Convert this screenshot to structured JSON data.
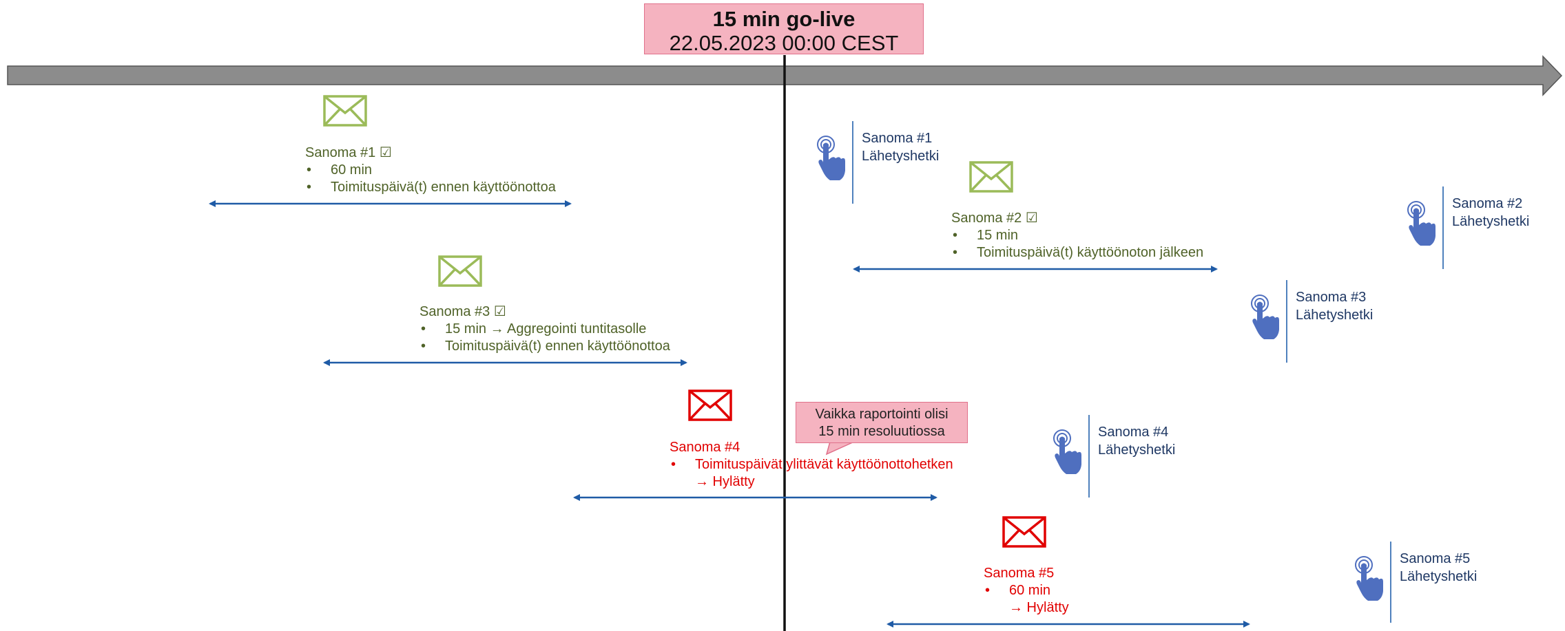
{
  "golive": {
    "title": "15 min go-live",
    "datetime": "22.05.2023 00:00 CEST"
  },
  "colors": {
    "timeline_arrow": "#8c8c8c",
    "golive_fill": "#f5b3c0",
    "accepted": "#4f6228",
    "accepted_icon": "#9bbb59",
    "rejected": "#e10000",
    "range_arrow": "#1f5ba6",
    "sending_text": "#1f3864",
    "hand_icon": "#4f6fbf"
  },
  "messages": [
    {
      "id": "m1",
      "title": "Sanoma #1 ☑",
      "status": "accepted",
      "icon": "envelope-icon",
      "bullets": [
        "60 min",
        "Toimituspäivä(t) ennen käyttöönottoa"
      ],
      "continuation": ""
    },
    {
      "id": "m2",
      "title": "Sanoma #2 ☑",
      "status": "accepted",
      "icon": "envelope-icon",
      "bullets": [
        "15 min",
        "Toimituspäivä(t) käyttöönoton jälkeen"
      ],
      "continuation": ""
    },
    {
      "id": "m3",
      "title": "Sanoma #3 ☑",
      "status": "accepted",
      "icon": "envelope-icon",
      "bullets": [
        "15 min → Aggregointi tuntitasolle",
        "Toimituspäivä(t) ennen käyttöönottoa"
      ],
      "continuation": ""
    },
    {
      "id": "m4",
      "title": "Sanoma #4",
      "status": "rejected",
      "icon": "envelope-icon",
      "bullets": [
        "Toimituspäivät ylittävät käyttöönottohetken"
      ],
      "continuation": "→ Hylätty"
    },
    {
      "id": "m5",
      "title": "Sanoma #5",
      "status": "rejected",
      "icon": "envelope-icon",
      "bullets": [
        "60 min"
      ],
      "continuation": "→ Hylätty"
    }
  ],
  "sending_moments": [
    {
      "id": "s1",
      "line1": "Sanoma #1",
      "line2": "Lähetyshetki",
      "icon": "pointing-hand-icon"
    },
    {
      "id": "s2",
      "line1": "Sanoma #2",
      "line2": "Lähetyshetki",
      "icon": "pointing-hand-icon"
    },
    {
      "id": "s3",
      "line1": "Sanoma #3",
      "line2": "Lähetyshetki",
      "icon": "pointing-hand-icon"
    },
    {
      "id": "s4",
      "line1": "Sanoma #4",
      "line2": "Lähetyshetki",
      "icon": "pointing-hand-icon"
    },
    {
      "id": "s5",
      "line1": "Sanoma #5",
      "line2": "Lähetyshetki",
      "icon": "pointing-hand-icon"
    }
  ],
  "callout": {
    "line1": "Vaikka raportointi olisi",
    "line2": "15 min resoluutiossa"
  }
}
